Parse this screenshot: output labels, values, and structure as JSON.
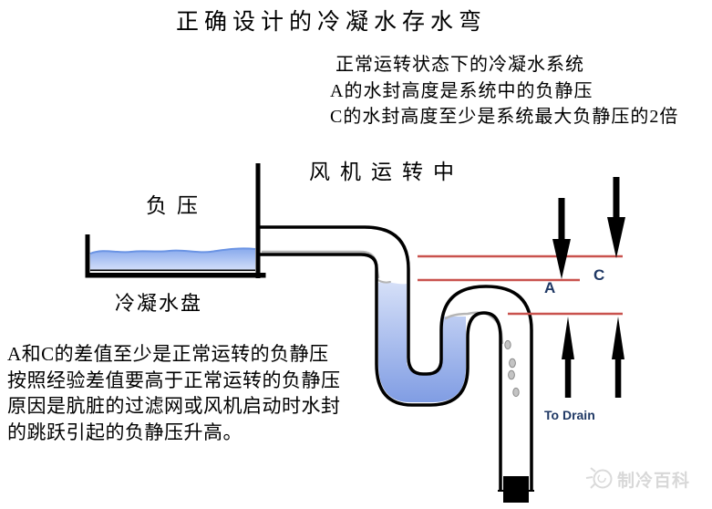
{
  "title": "正确设计的冷凝水存水弯",
  "notes_top_right": {
    "lines": [
      "正常运转状态下的冷凝水系统",
      "A的水封高度是系统中的负静压",
      "C的水封高度至少是系统最大负静压的2倍"
    ]
  },
  "labels": {
    "fan_status": "风机运转中",
    "negative_pressure": "负压",
    "drain_pan": "冷凝水盘",
    "dim_a": "A",
    "dim_c": "C",
    "to_drain": "To Drain"
  },
  "notes_bottom_left": {
    "lines": [
      "A和C的差值至少是正常运转的负静压",
      "按照经验差值要高于正常运转的负静压",
      "原因是肮脏的过滤网或风机启动时水封",
      "的跳跃引起的负静压升高。"
    ]
  },
  "watermark": {
    "text": "制冷百科",
    "logo_icon": "snowflake-ball-logo"
  },
  "colors": {
    "level_line_red": "#C9524E",
    "label_navy": "#1F3864",
    "arrow_black": "#000000",
    "pipe_black": "#000000",
    "pan_water_top": "#86A8EC",
    "pan_water_bottom": "#DCE5FB",
    "trap_water_top": "#D6E0F8",
    "trap_water_bottom": "#7F9CE3",
    "trickle_gray": "#B5B5B5",
    "watermark_gray": "#D8D8D8"
  }
}
